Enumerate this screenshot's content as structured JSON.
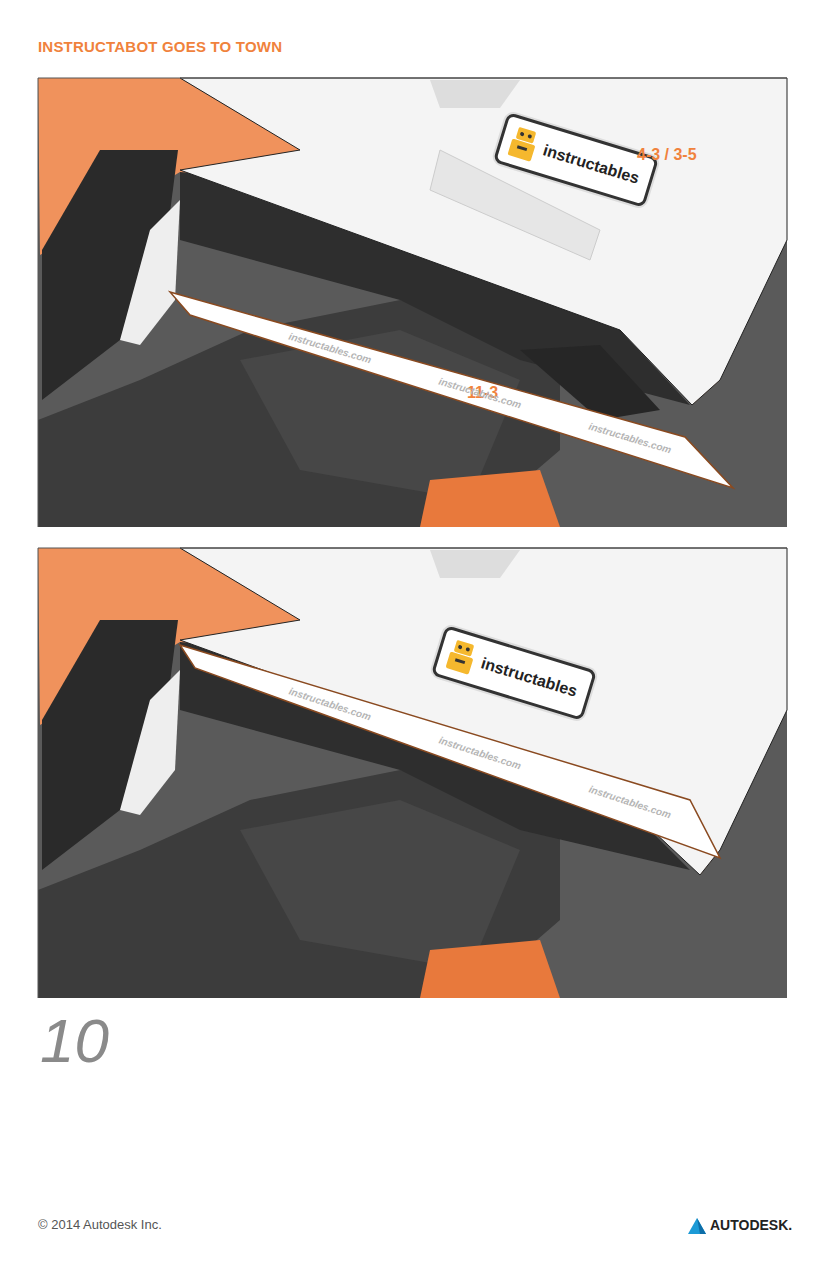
{
  "diagram": {
    "title": "INSTRUCTABOT GOES TO TOWN",
    "nodes": [
      {
        "text": [
          "instructables"
        ]
      },
      {
        "text": [
          "instructables"
        ]
      }
    ],
    "edges": [],
    "labels": [
      "4-3 / 3-5",
      "11-3",
      "instructables.com",
      "instructables.com",
      "instructables.com",
      "instructables.com",
      "instructables.com",
      "instructables.com",
      "10",
      "© 2014 Autodesk Inc.",
      "AUTODESK."
    ]
  }
}
